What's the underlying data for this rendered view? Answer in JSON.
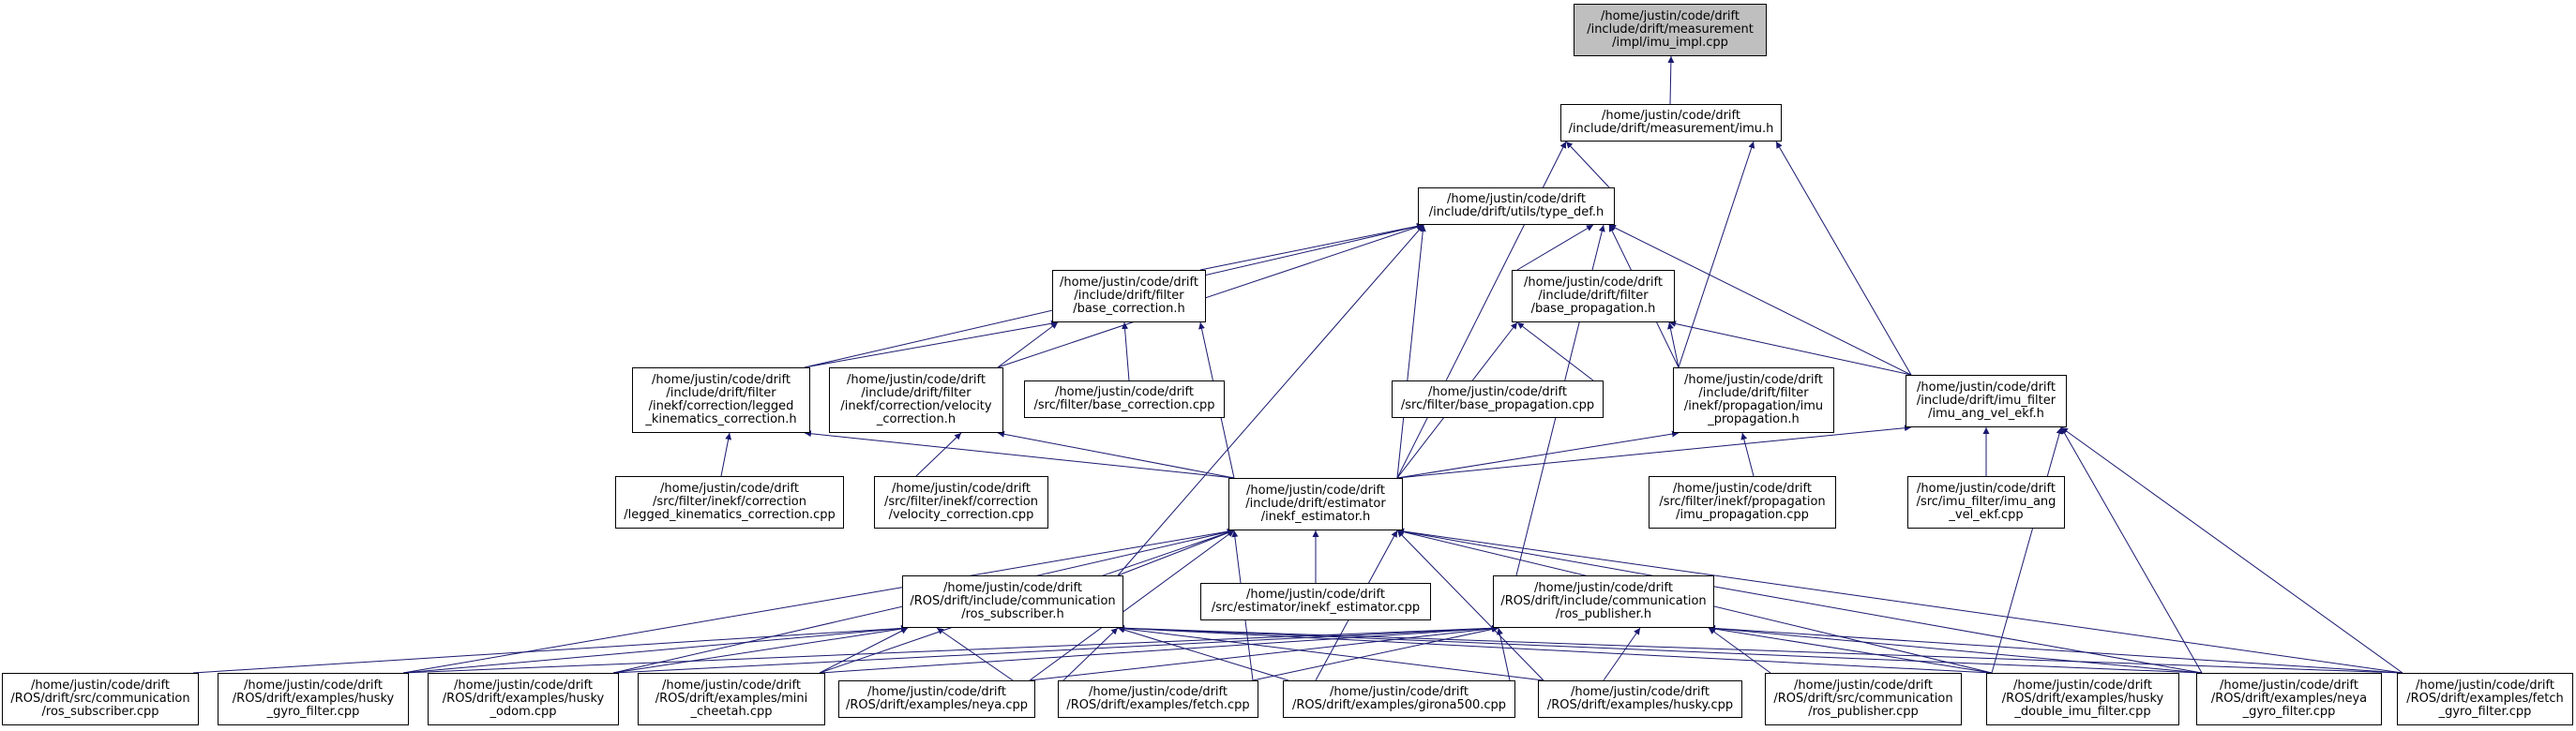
{
  "colors": {
    "edge": "#191970",
    "root_fill": "#bfbfbf",
    "node_fill": "#ffffff",
    "border": "#000000"
  },
  "nodes": {
    "imu_impl": {
      "lines": [
        "/home/justin/code/drift",
        "/include/drift/measurement",
        "/impl/imu_impl.cpp"
      ]
    },
    "imu_h": {
      "lines": [
        "/home/justin/code/drift",
        "/include/drift/measurement/imu.h"
      ]
    },
    "type_def": {
      "lines": [
        "/home/justin/code/drift",
        "/include/drift/utils/type_def.h"
      ]
    },
    "base_correction_h": {
      "lines": [
        "/home/justin/code/drift",
        "/include/drift/filter",
        "/base_correction.h"
      ]
    },
    "base_propagation_h": {
      "lines": [
        "/home/justin/code/drift",
        "/include/drift/filter",
        "/base_propagation.h"
      ]
    },
    "legged_h": {
      "lines": [
        "/home/justin/code/drift",
        "/include/drift/filter",
        "/inekf/correction/legged",
        "_kinematics_correction.h"
      ]
    },
    "velocity_h": {
      "lines": [
        "/home/justin/code/drift",
        "/include/drift/filter",
        "/inekf/correction/velocity",
        "_correction.h"
      ]
    },
    "base_correction_cpp": {
      "lines": [
        "/home/justin/code/drift",
        "/src/filter/base_correction.cpp"
      ]
    },
    "base_propagation_cpp": {
      "lines": [
        "/home/justin/code/drift",
        "/src/filter/base_propagation.cpp"
      ]
    },
    "imu_propagation_h": {
      "lines": [
        "/home/justin/code/drift",
        "/include/drift/filter",
        "/inekf/propagation/imu",
        "_propagation.h"
      ]
    },
    "imu_ang_vel_ekf_h": {
      "lines": [
        "/home/justin/code/drift",
        "/include/drift/imu_filter",
        "/imu_ang_vel_ekf.h"
      ]
    },
    "legged_cpp": {
      "lines": [
        "/home/justin/code/drift",
        "/src/filter/inekf/correction",
        "/legged_kinematics_correction.cpp"
      ]
    },
    "velocity_cpp": {
      "lines": [
        "/home/justin/code/drift",
        "/src/filter/inekf/correction",
        "/velocity_correction.cpp"
      ]
    },
    "inekf_estimator_h": {
      "lines": [
        "/home/justin/code/drift",
        "/include/drift/estimator",
        "/inekf_estimator.h"
      ]
    },
    "imu_propagation_cpp": {
      "lines": [
        "/home/justin/code/drift",
        "/src/filter/inekf/propagation",
        "/imu_propagation.cpp"
      ]
    },
    "imu_ang_vel_ekf_cpp": {
      "lines": [
        "/home/justin/code/drift",
        "/src/imu_filter/imu_ang",
        "_vel_ekf.cpp"
      ]
    },
    "ros_subscriber_h": {
      "lines": [
        "/home/justin/code/drift",
        "/ROS/drift/include/communication",
        "/ros_subscriber.h"
      ]
    },
    "inekf_estimator_cpp": {
      "lines": [
        "/home/justin/code/drift",
        "/src/estimator/inekf_estimator.cpp"
      ]
    },
    "ros_publisher_h": {
      "lines": [
        "/home/justin/code/drift",
        "/ROS/drift/include/communication",
        "/ros_publisher.h"
      ]
    },
    "ros_subscriber_cpp": {
      "lines": [
        "/home/justin/code/drift",
        "/ROS/drift/src/communication",
        "/ros_subscriber.cpp"
      ]
    },
    "husky_gyro": {
      "lines": [
        "/home/justin/code/drift",
        "/ROS/drift/examples/husky",
        "_gyro_filter.cpp"
      ]
    },
    "husky_odom": {
      "lines": [
        "/home/justin/code/drift",
        "/ROS/drift/examples/husky",
        "_odom.cpp"
      ]
    },
    "mini_cheetah": {
      "lines": [
        "/home/justin/code/drift",
        "/ROS/drift/examples/mini",
        "_cheetah.cpp"
      ]
    },
    "neya": {
      "lines": [
        "/home/justin/code/drift",
        "/ROS/drift/examples/neya.cpp"
      ]
    },
    "fetch": {
      "lines": [
        "/home/justin/code/drift",
        "/ROS/drift/examples/fetch.cpp"
      ]
    },
    "girona500": {
      "lines": [
        "/home/justin/code/drift",
        "/ROS/drift/examples/girona500.cpp"
      ]
    },
    "husky": {
      "lines": [
        "/home/justin/code/drift",
        "/ROS/drift/examples/husky.cpp"
      ]
    },
    "ros_publisher_cpp": {
      "lines": [
        "/home/justin/code/drift",
        "/ROS/drift/src/communication",
        "/ros_publisher.cpp"
      ]
    },
    "husky_double": {
      "lines": [
        "/home/justin/code/drift",
        "/ROS/drift/examples/husky",
        "_double_imu_filter.cpp"
      ]
    },
    "neya_gyro": {
      "lines": [
        "/home/justin/code/drift",
        "/ROS/drift/examples/neya",
        "_gyro_filter.cpp"
      ]
    },
    "fetch_gyro": {
      "lines": [
        "/home/justin/code/drift",
        "/ROS/drift/examples/fetch",
        "_gyro_filter.cpp"
      ]
    }
  }
}
